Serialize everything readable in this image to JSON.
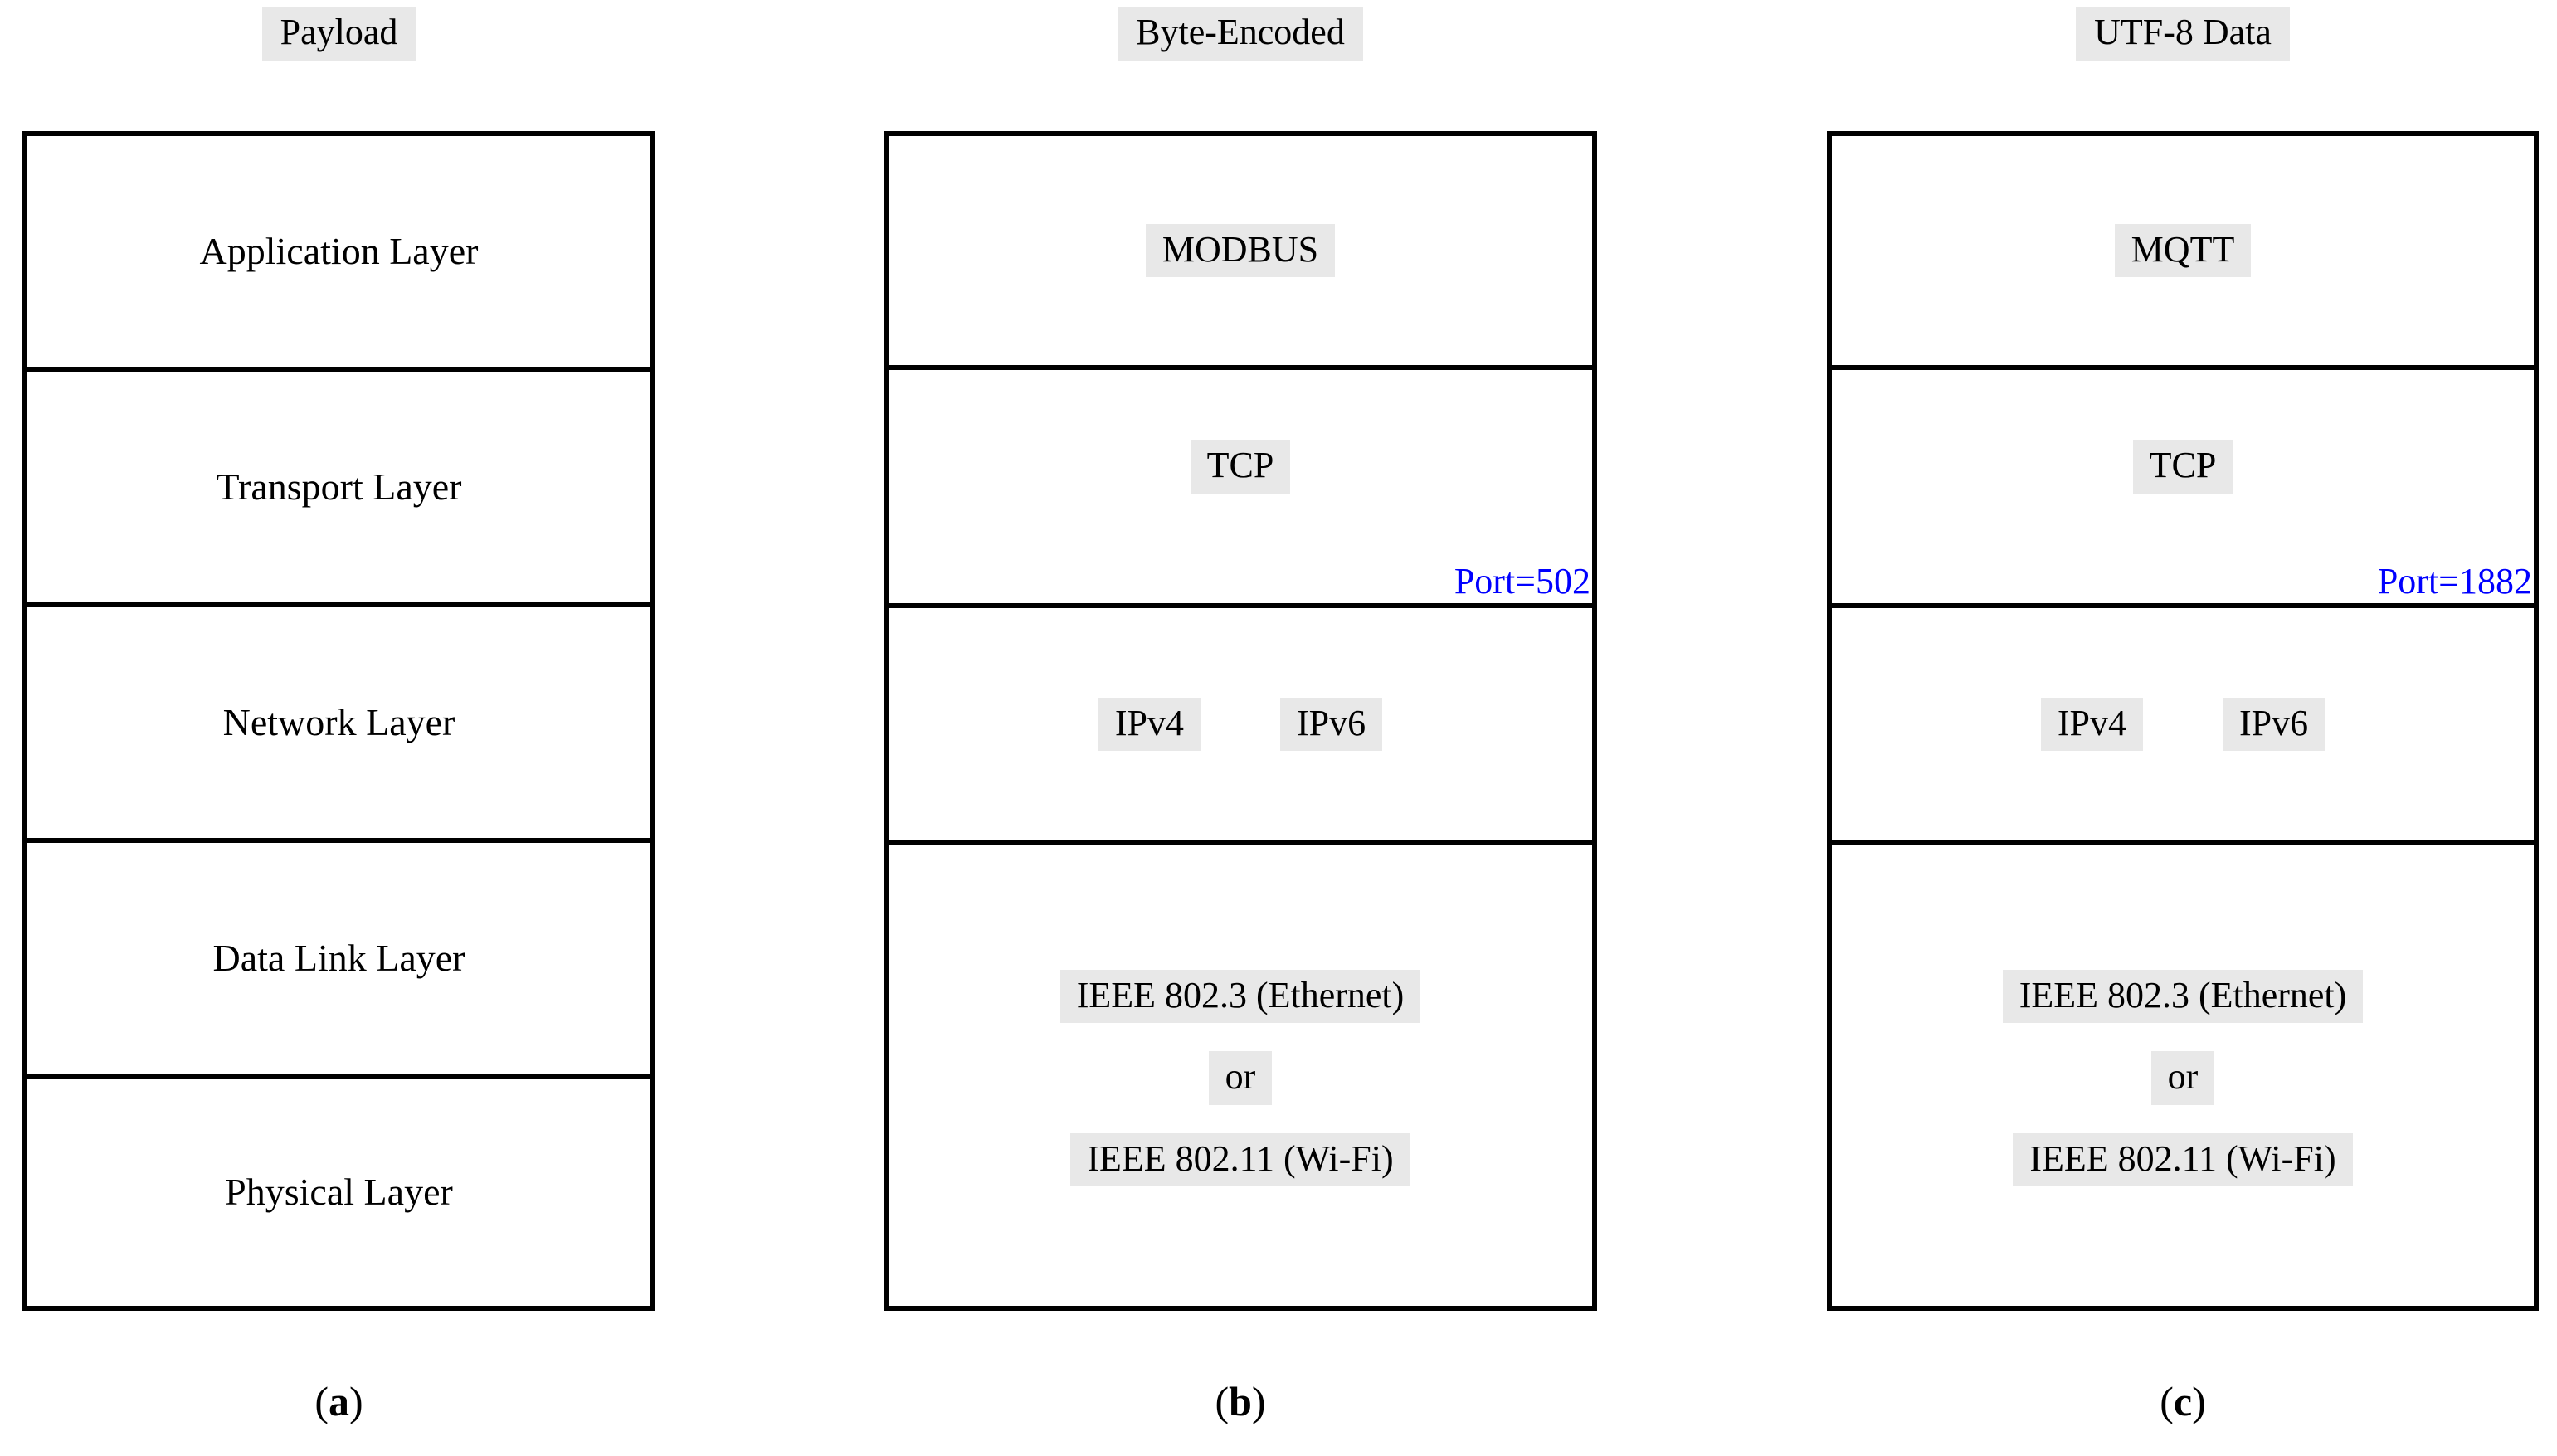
{
  "figure": {
    "columns": [
      {
        "id": "a",
        "header": "Payload",
        "caption_open": "(",
        "caption_letter": "a",
        "caption_close": ")",
        "rows": [
          {
            "label": "Application Layer"
          },
          {
            "label": "Transport Layer"
          },
          {
            "label": "Network Layer"
          },
          {
            "label": "Data Link Layer"
          },
          {
            "label": "Physical Layer"
          }
        ]
      },
      {
        "id": "b",
        "header": "Byte-Encoded",
        "caption_open": "(",
        "caption_letter": "b",
        "caption_close": ")",
        "application": "MODBUS",
        "transport": "TCP",
        "port_note": "Port=502",
        "network": [
          "IPv4",
          "IPv6"
        ],
        "link": [
          "IEEE 802.3 (Ethernet)",
          "or",
          "IEEE 802.11 (Wi-Fi)"
        ]
      },
      {
        "id": "c",
        "header": "UTF-8 Data",
        "caption_open": "(",
        "caption_letter": "c",
        "caption_close": ")",
        "application": "MQTT",
        "transport": "TCP",
        "port_note": "Port=1882",
        "network": [
          "IPv4",
          "IPv6"
        ],
        "link": [
          "IEEE 802.3 (Ethernet)",
          "or",
          "IEEE 802.11 (Wi-Fi)"
        ]
      }
    ],
    "colors": {
      "chip_background": "#e8e8e8",
      "border": "#000000",
      "port_text": "#0000ff",
      "page_background": "#ffffff"
    }
  }
}
